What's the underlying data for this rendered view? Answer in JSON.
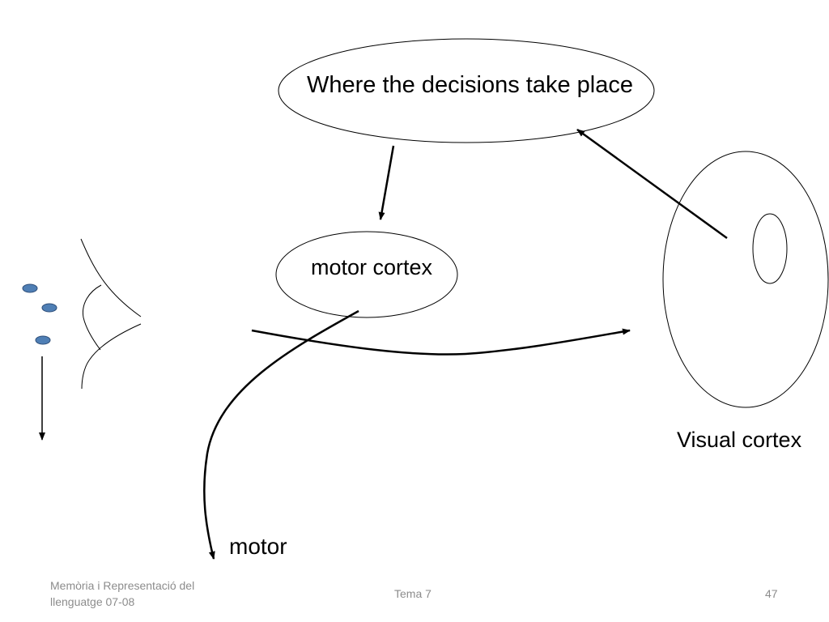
{
  "diagram": {
    "decision_label": "Where the decisions take place",
    "motor_cortex_label": "motor cortex",
    "visual_cortex_label": "Visual cortex",
    "motor_label": "motor",
    "dot_color": "#4f7fb5"
  },
  "footer": {
    "course_line1": "Memòria i Representació del",
    "course_line2": "llenguatge 07-08",
    "topic": "Tema 7",
    "slide_number": "47"
  }
}
